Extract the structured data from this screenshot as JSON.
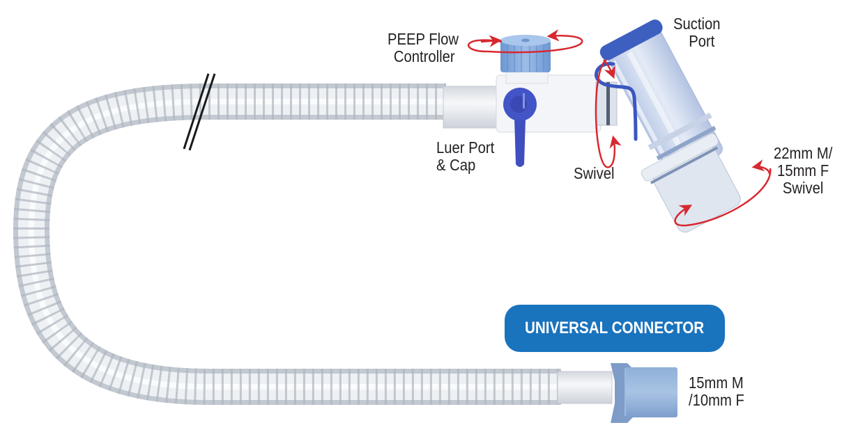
{
  "labels": {
    "peep_line1": "PEEP Flow",
    "peep_line2": "Controller",
    "suction_line1": "Suction",
    "suction_line2": "Port",
    "luer_line1": "Luer Port",
    "luer_line2": "& Cap",
    "swivel": "Swivel",
    "swivel22_line1": "22mm M/",
    "swivel22_line2": "15mm F",
    "swivel22_line3": "Swivel",
    "connector_line1": "15mm M",
    "connector_line2": "/10mm F"
  },
  "badge": {
    "text": "UNIVERSAL CONNECTOR"
  },
  "colors": {
    "badge_bg": "#1a73bd",
    "arrow_red": "#d7282f",
    "cap_blue": "#7aa3d8",
    "luer_blue": "#3f4fc0",
    "tube": "#dfe3e8",
    "text": "#231f20"
  }
}
